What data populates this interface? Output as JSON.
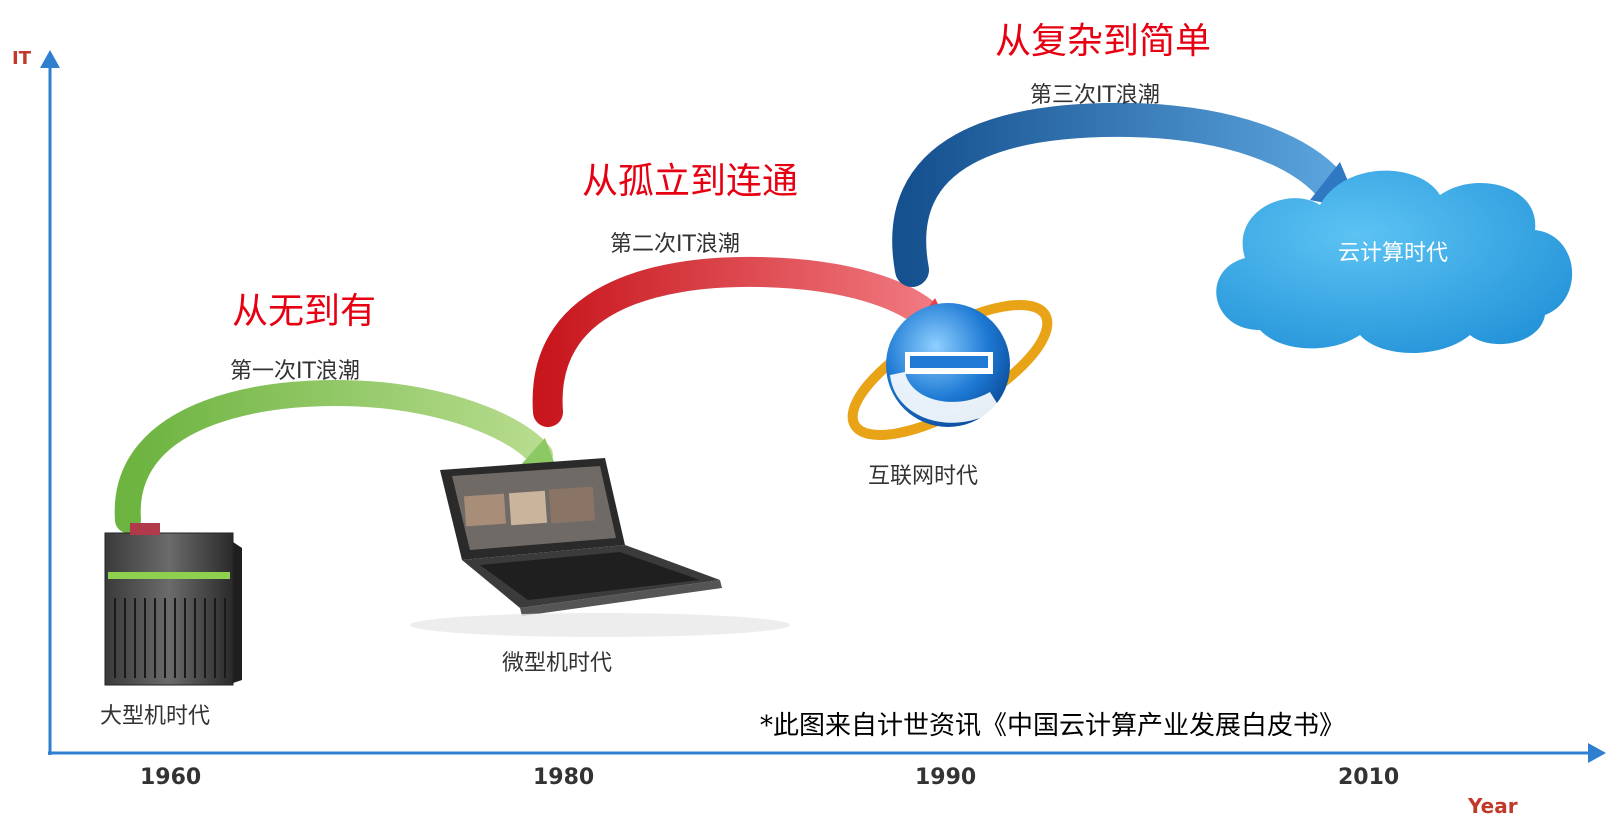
{
  "axes": {
    "y_label": "IT",
    "x_label": "Year",
    "axis_color": "#2f7fd1",
    "x_label_color": "#c0392b"
  },
  "years": [
    "1960",
    "1980",
    "1990",
    "2010"
  ],
  "waves": [
    {
      "theme": "从无到有",
      "label": "第一次IT浪潮",
      "arrow_color": "#7cc24a"
    },
    {
      "theme": "从孤立到连通",
      "label": "第二次IT浪潮",
      "arrow_color": "#e32528"
    },
    {
      "theme": "从复杂到简单",
      "label": "第三次IT浪潮",
      "arrow_color": "#1f6fb5"
    }
  ],
  "eras": [
    {
      "label": "大型机时代",
      "icon": "mainframe-server-icon"
    },
    {
      "label": "微型机时代",
      "icon": "laptop-icon"
    },
    {
      "label": "互联网时代",
      "icon": "internet-explorer-icon"
    },
    {
      "label": "云计算时代",
      "icon": "cloud-icon"
    }
  ],
  "credit": "*此图来自计世资讯《中国云计算产业发展白皮书》",
  "colors": {
    "theme_text": "#e60012",
    "cloud": "#2a9fe0"
  }
}
